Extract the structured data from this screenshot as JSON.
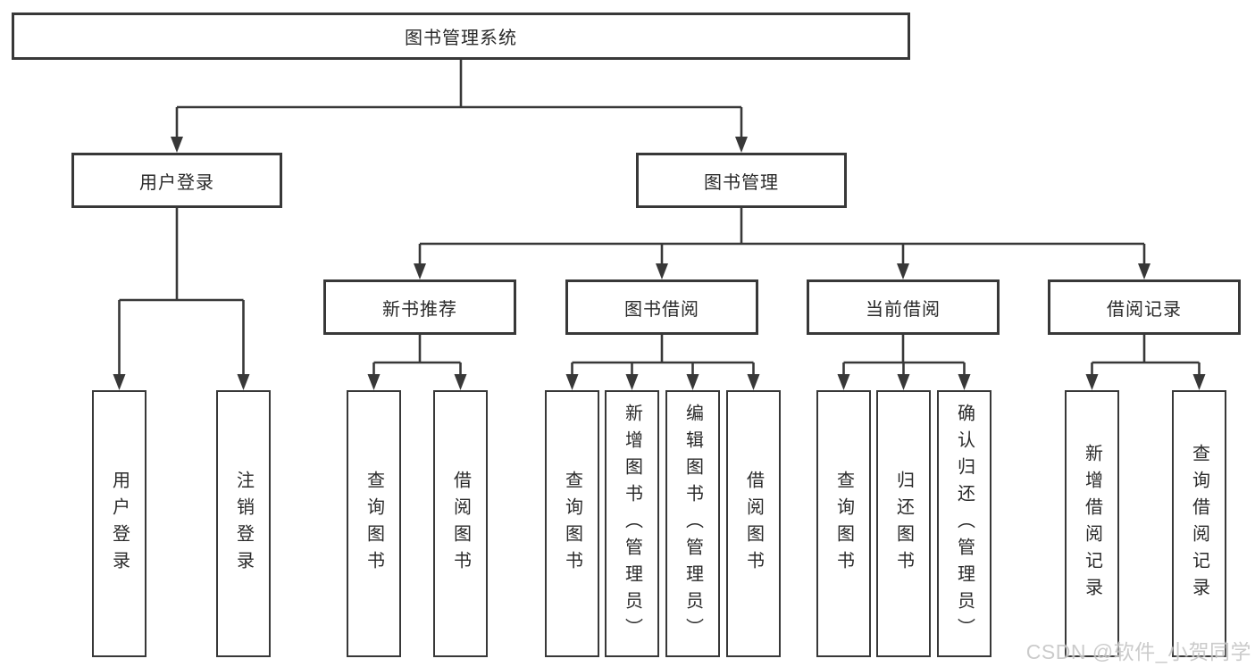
{
  "diagram": {
    "root": {
      "label": "图书管理系统"
    },
    "level2": [
      {
        "label": "用户登录"
      },
      {
        "label": "图书管理"
      }
    ],
    "level3": [
      {
        "label": "新书推荐"
      },
      {
        "label": "图书借阅"
      },
      {
        "label": "当前借阅"
      },
      {
        "label": "借阅记录"
      }
    ],
    "leaves": {
      "user_login": [
        {
          "label": "用户登录"
        },
        {
          "label": "注销登录"
        }
      ],
      "new_book_recommend": [
        {
          "label": "查询图书"
        },
        {
          "label": "借阅图书"
        }
      ],
      "book_borrow": [
        {
          "label": "查询图书"
        },
        {
          "label": "新增图书（管理员）"
        },
        {
          "label": "编辑图书（管理员）"
        },
        {
          "label": "借阅图书"
        }
      ],
      "current_borrow": [
        {
          "label": "查询图书"
        },
        {
          "label": "归还图书"
        },
        {
          "label": "确认归还（管理员）"
        }
      ],
      "borrow_record": [
        {
          "label": "新增借阅记录"
        },
        {
          "label": "查询借阅记录"
        }
      ]
    }
  },
  "watermark": {
    "text": "CSDN @软件_小贺同学"
  },
  "colors": {
    "line": "#383838",
    "box_border": "#383838",
    "text": "#2a2a2a",
    "watermark": "#c6c6c6",
    "background": "#ffffff"
  }
}
